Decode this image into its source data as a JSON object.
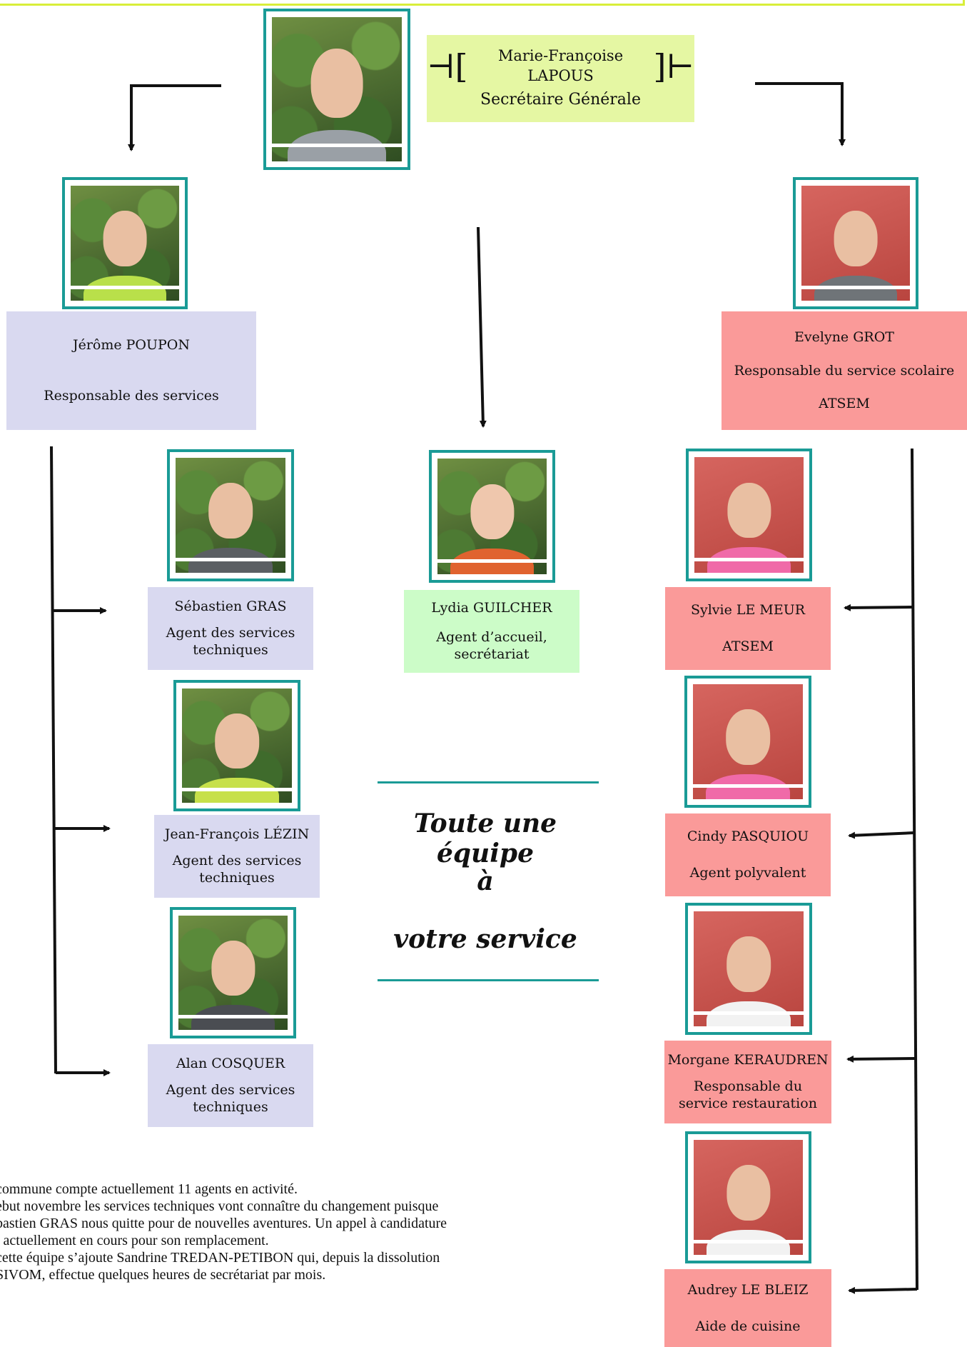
{
  "head": {
    "name": "Marie-Françoise LAPOUS",
    "role": "Secrétaire Générale"
  },
  "left_head": {
    "name": "Jérôme POUPON",
    "role": "Responsable des services"
  },
  "right_head": {
    "name": "Evelyne GROT",
    "role": "Responsable du service scolaire",
    "role2": "ATSEM"
  },
  "center": {
    "name": "Lydia GUILCHER",
    "role_line1": "Agent d’accueil,",
    "role_line2": "secrétariat"
  },
  "left_staff": [
    {
      "name": "Sébastien GRAS",
      "role_line1": "Agent des services",
      "role_line2": "techniques"
    },
    {
      "name": "Jean-François LÉZIN",
      "role_line1": "Agent des services",
      "role_line2": "techniques"
    },
    {
      "name": "Alan COSQUER",
      "role_line1": "Agent des services",
      "role_line2": "techniques"
    }
  ],
  "right_staff": [
    {
      "name": "Sylvie LE MEUR",
      "role_line1": "ATSEM"
    },
    {
      "name": "Cindy PASQUIOU",
      "role_line1": "Agent polyvalent"
    },
    {
      "name": "Morgane KERAUDREN",
      "role_line1": "Responsable du",
      "role_line2": "service restauration"
    },
    {
      "name": "Audrey LE BLEIZ",
      "role_line1": "Aide de cuisine"
    }
  ],
  "tagline": {
    "line1": "Toute une équipe",
    "line2": "à",
    "line3": "votre service"
  },
  "body": {
    "line1": " commune compte actuellement 11 agents en activité.",
    "line2": "ebut novembre les services techniques vont connaître du changement puisque",
    "line3": "bastien GRAS nous quitte pour de nouvelles aventures. Un appel à candidature",
    "line4": "t actuellement en cours pour son remplacement.",
    "line5": " cette équipe s’ajoute Sandrine TREDAN-PETIBON qui, depuis la dissolution",
    "line6": " SIVOM, effectue quelques heures de secrétariat par mois."
  },
  "colors": {
    "frame": "#1a9b96",
    "lavender": "#d9d9f0",
    "pink": "#fa9a99",
    "mint": "#ccfcc8",
    "lime": "#e5f7a3",
    "topbar": "#d8ee3a"
  }
}
